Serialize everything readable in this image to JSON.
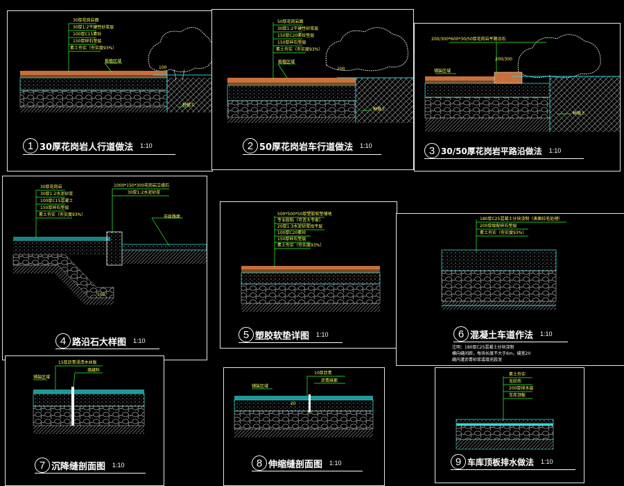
{
  "colors": {
    "frame": "#e8e8e8",
    "leader": "#33ff33",
    "text": "#ffff66",
    "granite": "#c8703c",
    "cushion": "#2fd6d6",
    "gravel": "#bcbcbc",
    "soil": "#8a8a8a"
  },
  "panels": [
    {
      "num": "1",
      "title": "30厚花岗岩人行道做法",
      "scale": "1:10",
      "labels": [
        "30厚花岗岩面",
        "30厚1:2干硬性砂浆层",
        "100厚C15素砼",
        "150厚碎石垫层",
        "素土夯实（夯实度93%）"
      ],
      "side": "种植土",
      "top": "栽植区域",
      "dim": "100"
    },
    {
      "num": "2",
      "title": "50厚花岗岩车行道做法",
      "scale": "1:10",
      "labels": [
        "50厚花岗岩面",
        "30厚1:2干硬性砂浆层",
        "150厚C20素砼垫层",
        "150厚碎石垫层",
        "素土夯实（夯实度93%）"
      ],
      "side": "种植土",
      "top": "栽植区域",
      "dim": "200"
    },
    {
      "num": "3",
      "title": "30/50厚花岗岩平路沿做法",
      "scale": "1:10",
      "labels": [
        "200/300*600*30/50厚花岗岩平路沿石"
      ],
      "side": "种植土",
      "top": "铺装区域",
      "dim": "200/300"
    },
    {
      "num": "4",
      "title": "路沿石大样图",
      "scale": "1:10",
      "labels": [
        "30厚花岗岩",
        "30厚1:2水泥砂浆",
        "100厚C15混凝土",
        "150厚碎石垫层",
        "素土夯实（夯实度93%）"
      ],
      "labels2": [
        "1000*150*300花岗岩立缘石",
        "30厚1:2水泥砂浆"
      ],
      "side": "市政路面",
      "dim": "100"
    },
    {
      "num": "5",
      "title": "塑胶软垫详图",
      "scale": "1:10",
      "labels": [
        "500*500*50厚塑胶软垫铺地",
        "专业胶粘（可咨大专家）",
        "20厚1:3水泥砂浆找平层",
        "100厚C20素砼",
        "150厚碎石垫层",
        "素土夯实（夯实度93%）"
      ]
    },
    {
      "num": "6",
      "title": "混凝土车道作法",
      "scale": "1:10",
      "labels": [
        "180厚C25混凝土分块浇制（表面拉毛处理）",
        "200厚级配碎石垫层",
        "素土夯实（夯实度93%）"
      ],
      "notes": [
        "注明：180厚C25混凝土分块浇制",
        "横向缝间距，每块长度不大于6m，缝宽20",
        "缝内灌沥青砂浆或填充胶泥"
      ]
    },
    {
      "num": "7",
      "title": "沉降缝剖面图",
      "scale": "1:10",
      "labels": [
        "15厚沥青浸渍木丝板",
        "填缝料"
      ],
      "top": "铺装区域"
    },
    {
      "num": "8",
      "title": "伸缩缝剖面图",
      "scale": "1:10",
      "labels": [
        "10厚沥青",
        "沥青麻絮"
      ],
      "top": "铺装区域",
      "dim": "20"
    },
    {
      "num": "9",
      "title": "车库顶板排水做法",
      "scale": "1:10",
      "labels": [
        "素土夯实",
        "无纺布",
        "200厚排水层",
        "车库顶板"
      ]
    }
  ]
}
